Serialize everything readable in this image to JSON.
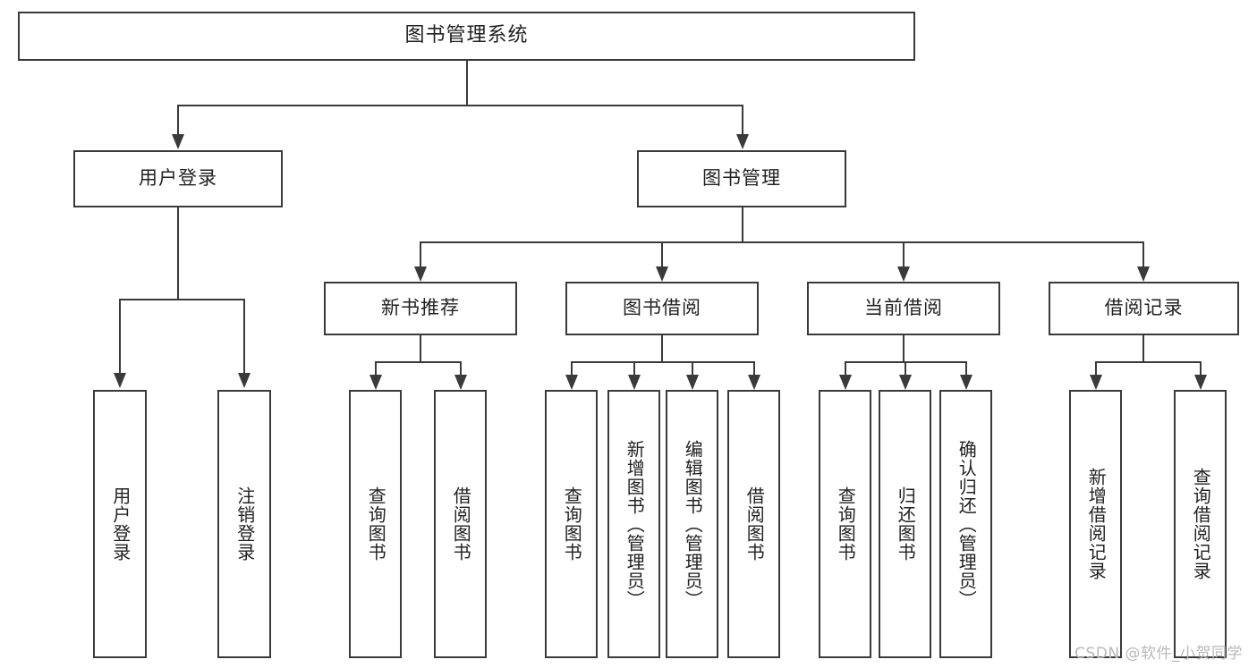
{
  "diagram": {
    "type": "tree-hierarchy-chart",
    "title": "图书管理系统",
    "watermark": "CSDN @软件_小贺同学",
    "colors": {
      "stroke": "#3a3a3a",
      "fill": "#ffffff",
      "text": "#222222",
      "watermark": "#b9b9b9"
    },
    "levels": {
      "root": "图书管理系统",
      "level2": [
        "用户登录",
        "图书管理"
      ],
      "level3": [
        "新书推荐",
        "图书借阅",
        "当前借阅",
        "借阅记录"
      ],
      "level4_groups": [
        {
          "parent": "用户登录",
          "children": [
            "用户登录",
            "注销登录"
          ]
        },
        {
          "parent": "新书推荐",
          "children": [
            "查询图书",
            "借阅图书"
          ]
        },
        {
          "parent": "图书借阅",
          "children": [
            "查询图书",
            "新增图书（管理员）",
            "编辑图书（管理员）",
            "借阅图书"
          ]
        },
        {
          "parent": "当前借阅",
          "children": [
            "查询图书",
            "归还图书",
            "确认归还（管理员）"
          ]
        },
        {
          "parent": "借阅记录",
          "children": [
            "新增借阅记录",
            "查询借阅记录"
          ]
        }
      ]
    },
    "nodes": {
      "root": {
        "label": "图书管理系统"
      },
      "user_login": {
        "label": "用户登录"
      },
      "book_manage": {
        "label": "图书管理"
      },
      "new_book_rec": {
        "label": "新书推荐"
      },
      "book_borrow": {
        "label": "图书借阅"
      },
      "current_borrow": {
        "label": "当前借阅"
      },
      "borrow_record": {
        "label": "借阅记录"
      },
      "leaf_user_login": {
        "label": "用户登录"
      },
      "leaf_user_logout": {
        "label": "注销登录"
      },
      "leaf_nbr_query": {
        "label": "查询图书"
      },
      "leaf_nbr_borrow": {
        "label": "借阅图书"
      },
      "leaf_bb_query": {
        "label": "查询图书"
      },
      "leaf_bb_add": {
        "label": "新增图书（管理员）"
      },
      "leaf_bb_edit": {
        "label": "编辑图书（管理员）"
      },
      "leaf_bb_borrow": {
        "label": "借阅图书"
      },
      "leaf_cb_query": {
        "label": "查询图书"
      },
      "leaf_cb_return": {
        "label": "归还图书"
      },
      "leaf_cb_confirm": {
        "label": "确认归还（管理员）"
      },
      "leaf_br_add": {
        "label": "新增借阅记录"
      },
      "leaf_br_query": {
        "label": "查询借阅记录"
      }
    }
  }
}
